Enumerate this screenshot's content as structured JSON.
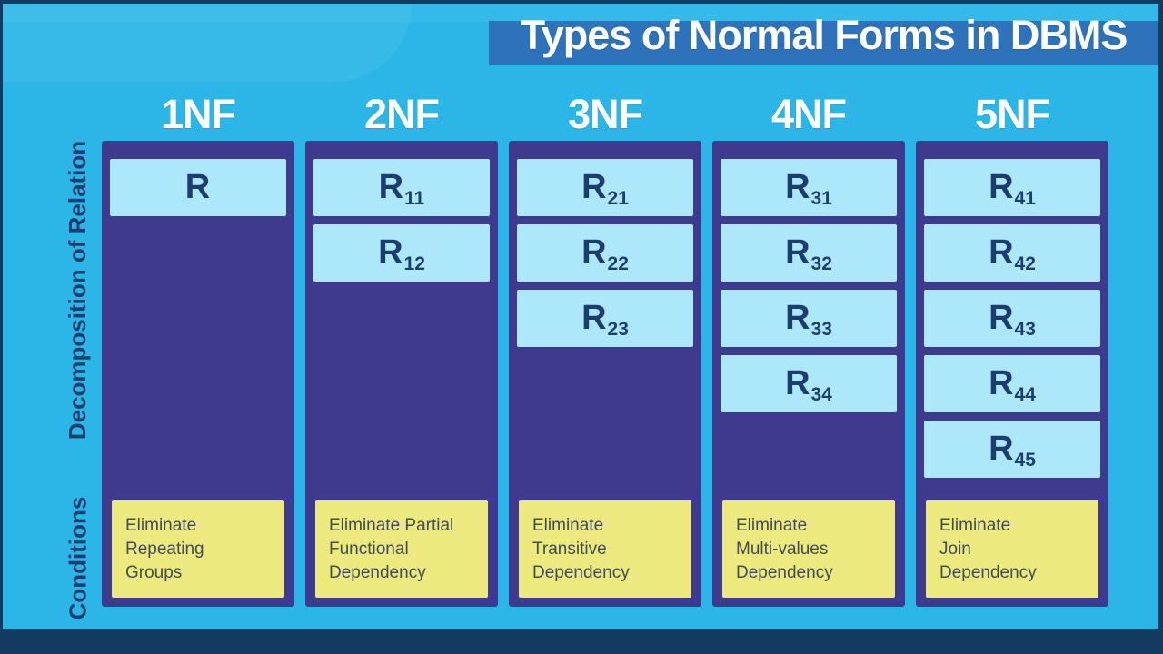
{
  "title": "Types of Normal Forms in DBMS",
  "side_labels": {
    "decomposition": "Decomposition of Relation",
    "conditions": "Conditions"
  },
  "colors": {
    "background": "#2bb6e7",
    "frame_navy": "#143a61",
    "banner_blue": "#2d72ba",
    "panel_indigo": "#3e3a8d",
    "relation_box_blue": "#ace8fa",
    "relation_text_navy": "#1c3e6e",
    "condition_box_yellow": "#ece97f",
    "condition_text": "#414d52",
    "header_text": "#ffffff"
  },
  "columns": [
    {
      "header": "1NF",
      "relations": [
        {
          "base": "R",
          "sub": ""
        }
      ],
      "condition_lines": [
        "Eliminate",
        "Repeating",
        "Groups"
      ]
    },
    {
      "header": "2NF",
      "relations": [
        {
          "base": "R",
          "sub": "11"
        },
        {
          "base": "R",
          "sub": "12"
        }
      ],
      "condition_lines": [
        "Eliminate Partial",
        "Functional",
        "Dependency"
      ]
    },
    {
      "header": "3NF",
      "relations": [
        {
          "base": "R",
          "sub": "21"
        },
        {
          "base": "R",
          "sub": "22"
        },
        {
          "base": "R",
          "sub": "23"
        }
      ],
      "condition_lines": [
        "Eliminate",
        "Transitive",
        "Dependency"
      ]
    },
    {
      "header": "4NF",
      "relations": [
        {
          "base": "R",
          "sub": "31"
        },
        {
          "base": "R",
          "sub": "32"
        },
        {
          "base": "R",
          "sub": "33"
        },
        {
          "base": "R",
          "sub": "34"
        }
      ],
      "condition_lines": [
        "Eliminate",
        "Multi-values",
        "Dependency"
      ]
    },
    {
      "header": "5NF",
      "relations": [
        {
          "base": "R",
          "sub": "41"
        },
        {
          "base": "R",
          "sub": "42"
        },
        {
          "base": "R",
          "sub": "43"
        },
        {
          "base": "R",
          "sub": "44"
        },
        {
          "base": "R",
          "sub": "45"
        }
      ],
      "condition_lines": [
        "Eliminate",
        "Join",
        "Dependency"
      ]
    }
  ]
}
